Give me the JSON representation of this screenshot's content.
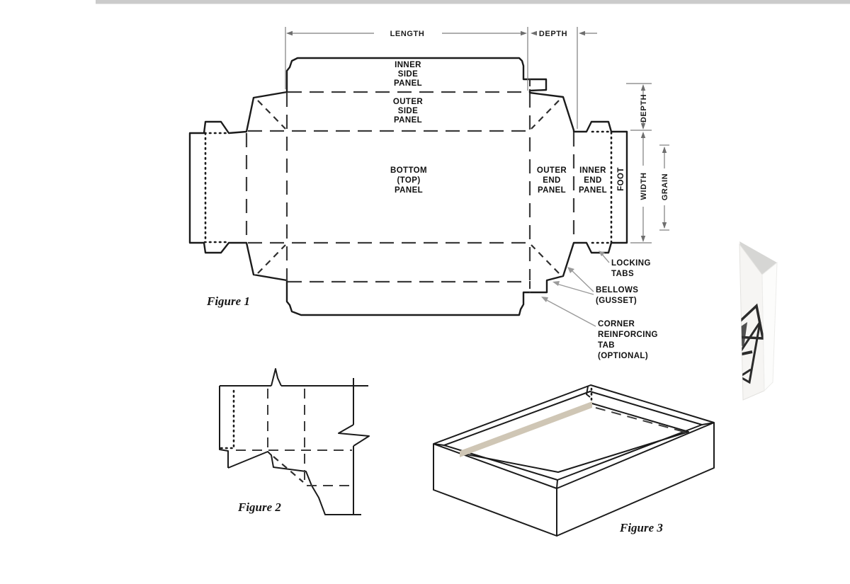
{
  "page": {
    "top_bar_color": "#cbcbcb",
    "background": "#ffffff"
  },
  "colors": {
    "line": "#1b1b1b",
    "dimension_gray": "#7d7d7d",
    "leader_gray": "#9a9a9a",
    "board_edge_tan": "#cfc6b5",
    "photo_top_gray": "#d6d6d4",
    "photo_face": "#f6f5f3",
    "logo_dark": "#2b2b2b"
  },
  "figure1": {
    "caption": "Figure 1",
    "dimensions": {
      "length": "LENGTH",
      "depth_top": "DEPTH",
      "depth_side": "DEPTH",
      "width": "WIDTH",
      "grain": "GRAIN"
    },
    "panels": {
      "inner_side": [
        "INNER",
        "SIDE",
        "PANEL"
      ],
      "outer_side": [
        "OUTER",
        "SIDE",
        "PANEL"
      ],
      "bottom": [
        "BOTTOM",
        "(TOP)",
        "PANEL"
      ],
      "outer_end": [
        "OUTER",
        "END",
        "PANEL"
      ],
      "inner_end": [
        "INNER",
        "END",
        "PANEL"
      ],
      "foot": "FOOT"
    },
    "callouts": {
      "locking_tabs": [
        "LOCKING",
        "TABS"
      ],
      "bellows": [
        "BELLOWS",
        "(GUSSET)"
      ],
      "corner_tab": [
        "CORNER",
        "REINFORCING",
        "TAB",
        "(OPTIONAL)"
      ]
    }
  },
  "figure2": {
    "caption": "Figure 2"
  },
  "figure3": {
    "caption": "Figure 3"
  }
}
